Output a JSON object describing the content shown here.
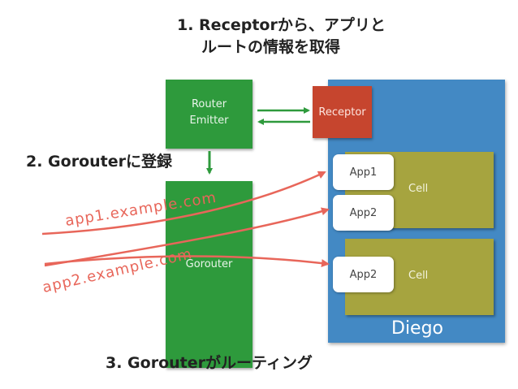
{
  "steps": {
    "step1_line1": "1.  Receptorから、アプリと",
    "step1_line2": "ルートの情報を取得",
    "step2": "2.  Gorouterに登録",
    "step3": "3.  Gorouterがルーティング"
  },
  "router_emitter": {
    "line1": "Router",
    "line2": "Emitter"
  },
  "receptor": {
    "label": "Receptor"
  },
  "gorouter": {
    "label": "Gorouter"
  },
  "diego": {
    "label": "Diego"
  },
  "cells": [
    {
      "label": "Cell",
      "apps": [
        "App1",
        "App2"
      ]
    },
    {
      "label": "Cell",
      "apps": [
        "App2"
      ]
    }
  ],
  "urls": {
    "url1": "app1.example.com",
    "url2": "app2.example.com"
  },
  "colors": {
    "green": "#2e9a3c",
    "diego_blue": "#4389c4",
    "receptor_red": "#c6452e",
    "cell_olive": "#a6a43f",
    "route_arrow": "#e8665a"
  }
}
